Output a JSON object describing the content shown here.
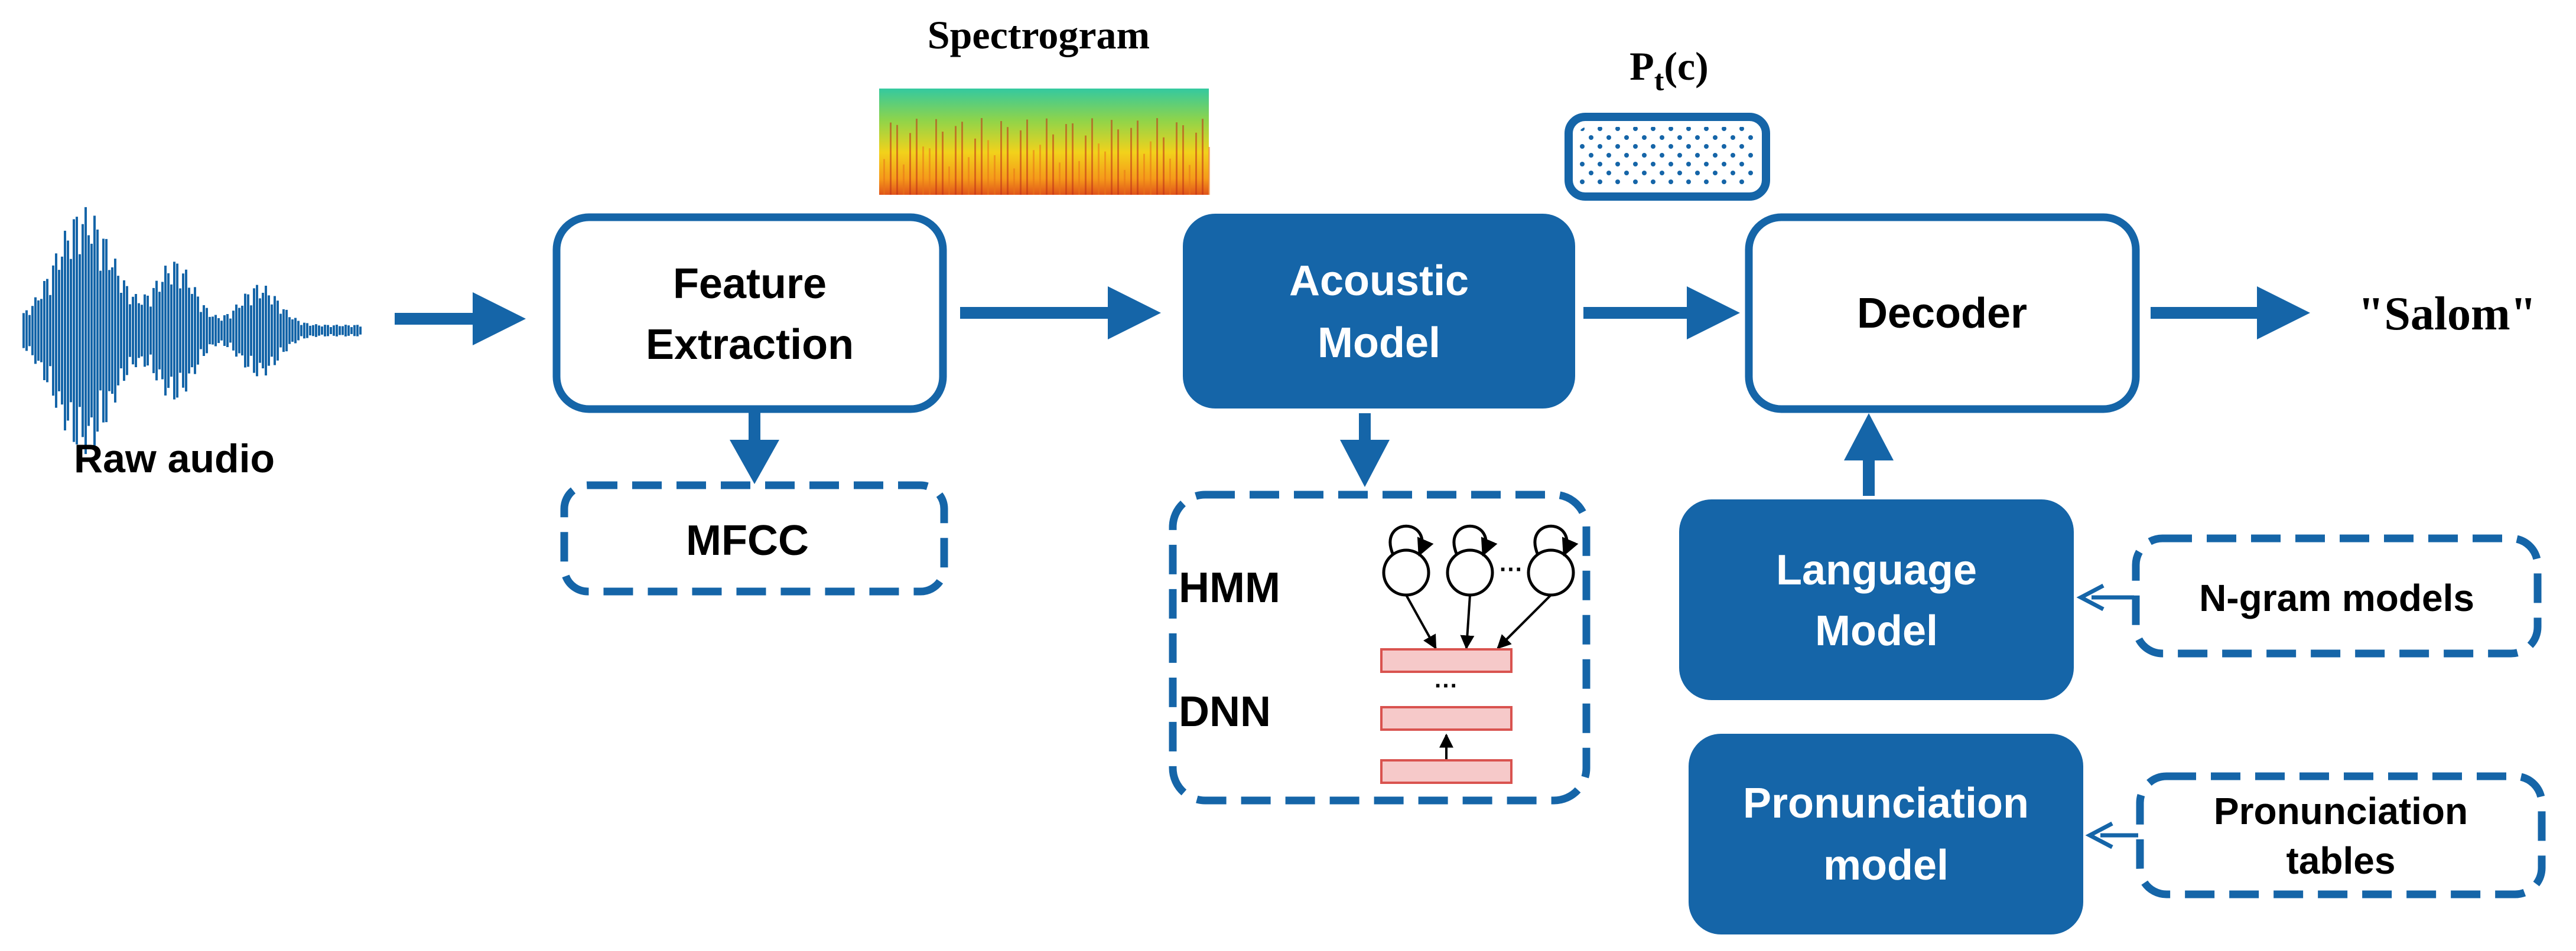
{
  "labels": {
    "raw_audio": "Raw audio",
    "spectrogram": "Spectrogram",
    "feature_extraction_line1": "Feature",
    "feature_extraction_line2": "Extraction",
    "mfcc": "MFCC",
    "acoustic_model_line1": "Acoustic",
    "acoustic_model_line2": "Model",
    "hmm": "HMM",
    "dnn": "DNN",
    "ellipsis": "···",
    "pt_main": "P",
    "pt_sub": "t",
    "pt_arg": "(c)",
    "decoder": "Decoder",
    "output_text": "\"Salom\"",
    "language_model_line1": "Language",
    "language_model_line2": "Model",
    "ngram_models": "N-gram models",
    "pronunciation_model_line1": "Pronunciation",
    "pronunciation_model_line2": "model",
    "pronunciation_tables_line1": "Pronunciation",
    "pronunciation_tables_line2": "tables"
  },
  "colors": {
    "primary_blue": "#1565A8",
    "white": "#FFFFFF",
    "black": "#000000",
    "dnn_layer_fill": "#F6C9C9",
    "dnn_layer_stroke": "#D9534F"
  }
}
